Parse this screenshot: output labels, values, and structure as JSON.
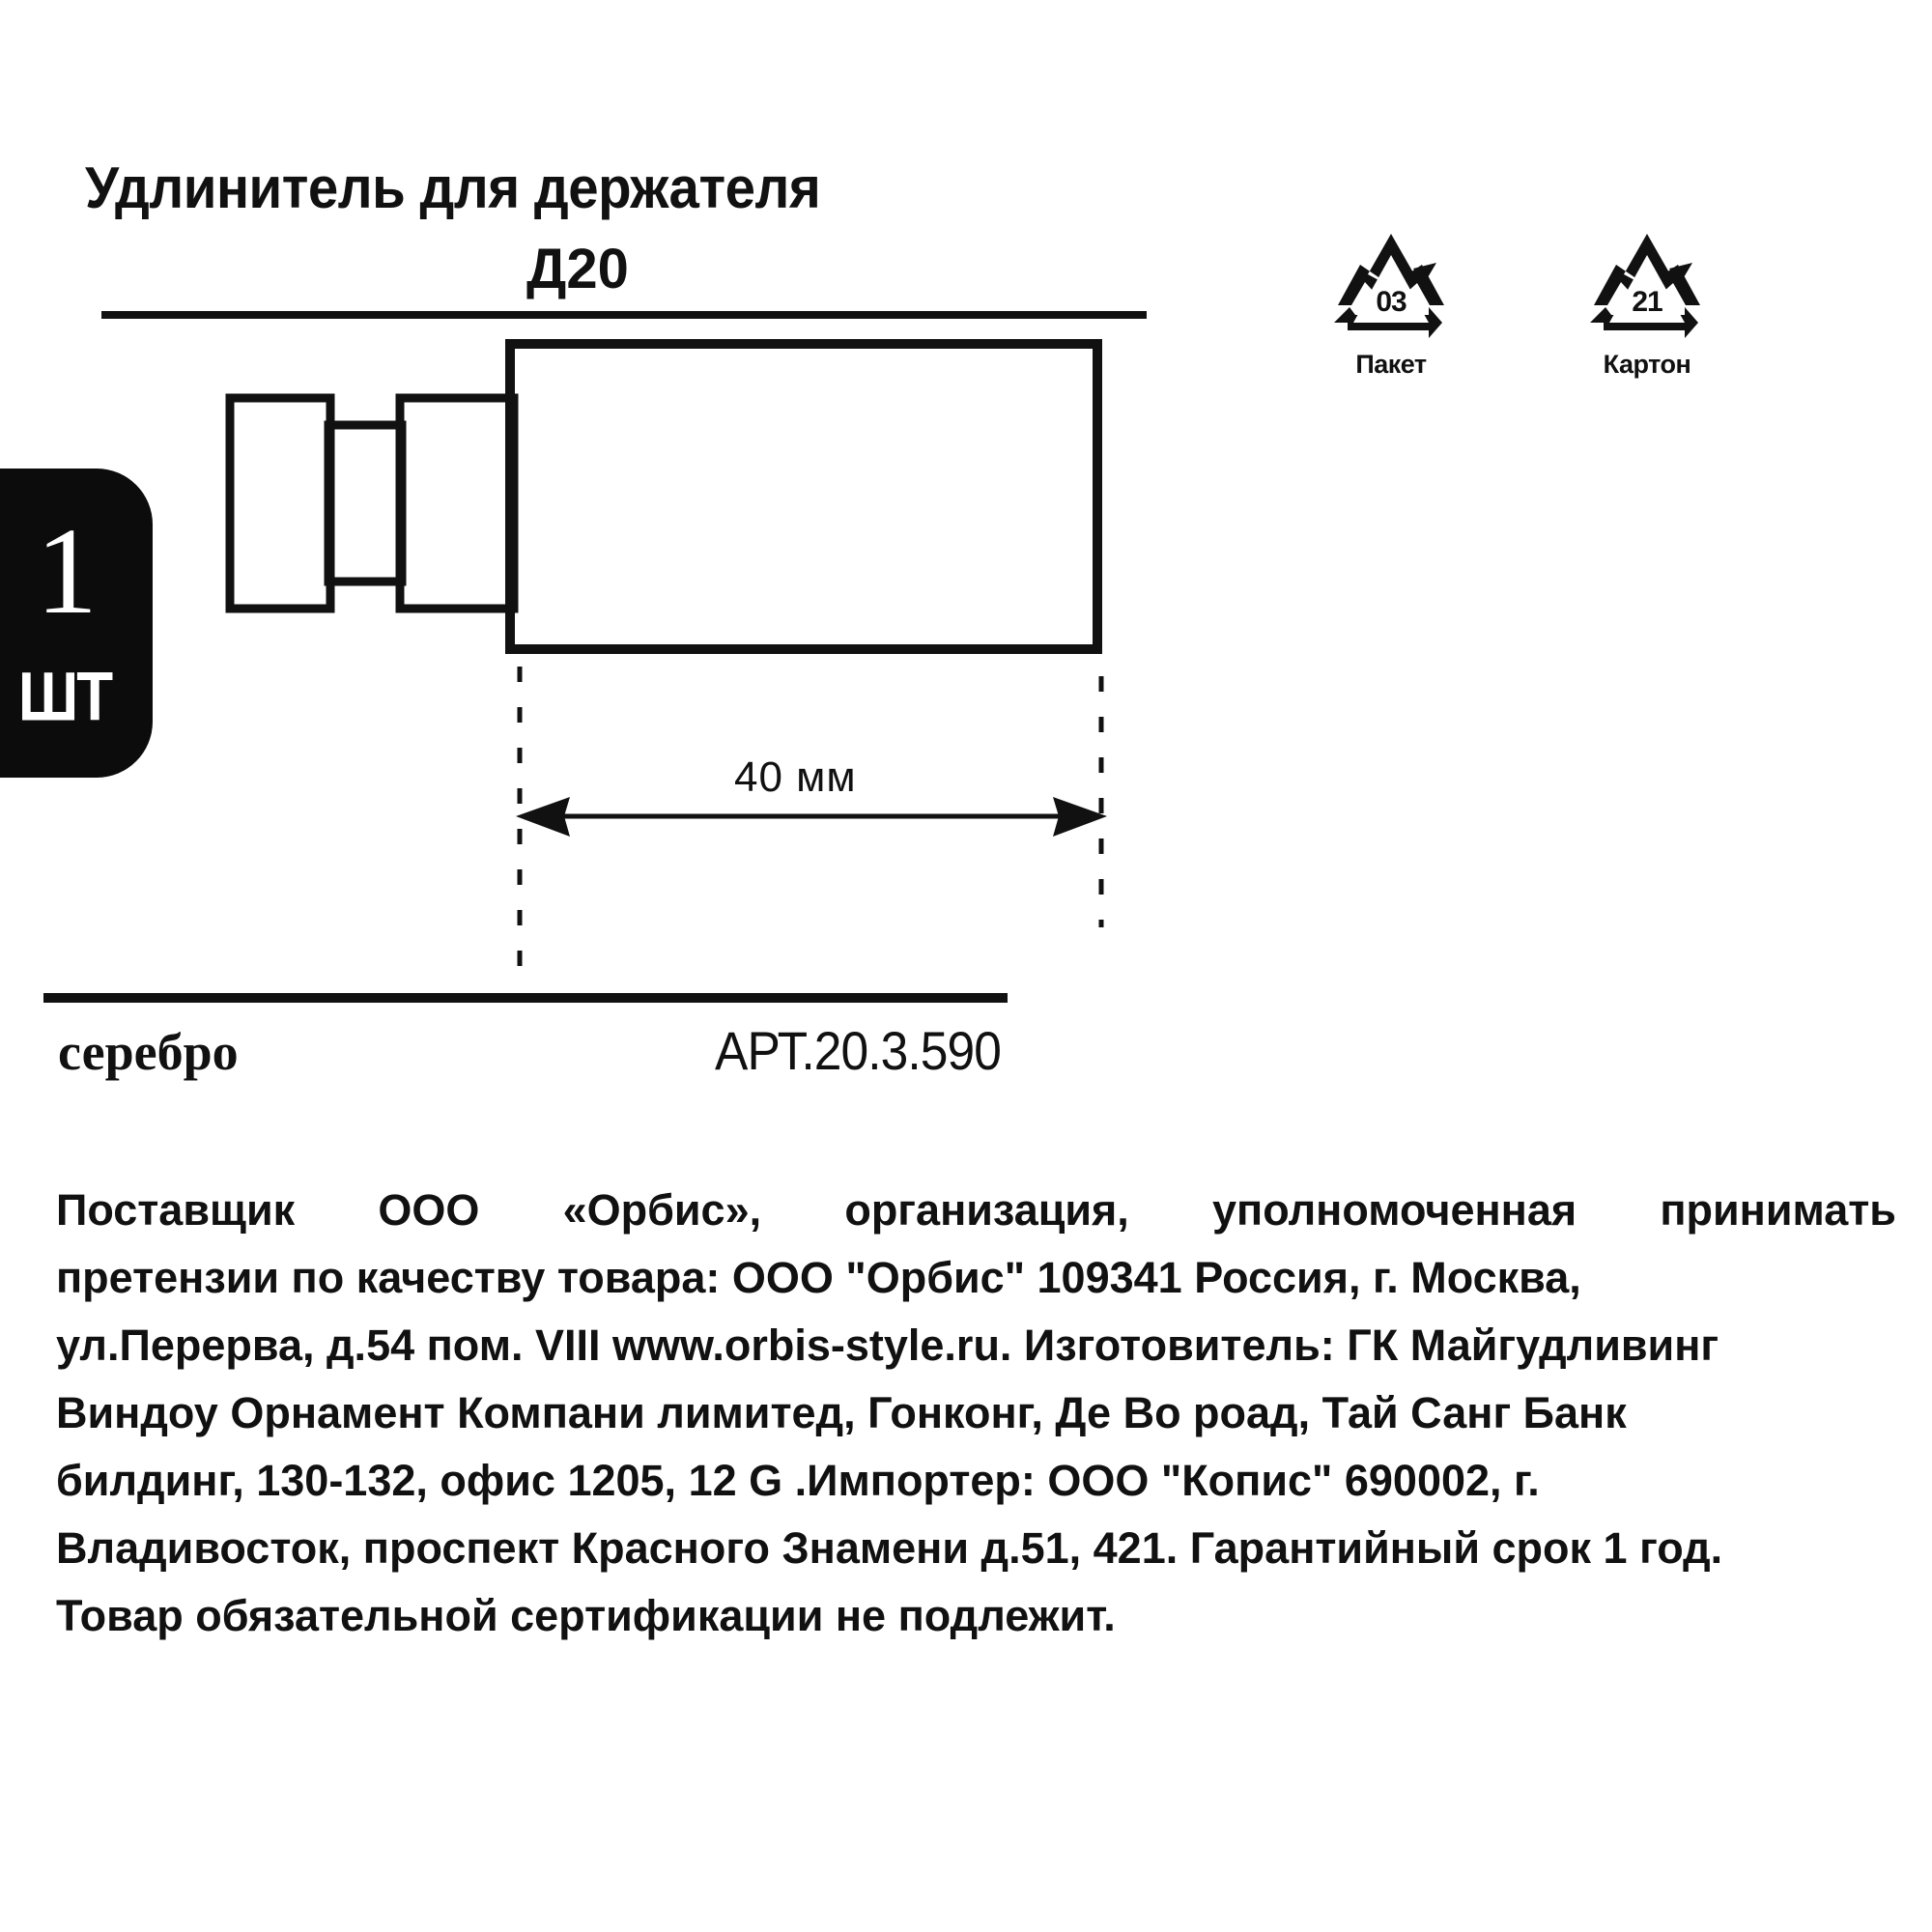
{
  "header": {
    "title_line1": "Удлинитель для держателя",
    "title_line2": "Д20"
  },
  "quantity_badge": {
    "count": "1",
    "unit": "ШТ"
  },
  "drawing": {
    "dimension_label": "40 мм"
  },
  "footer": {
    "color_label": "серебро",
    "article_label": "АРТ.20.3.590"
  },
  "recycling": [
    {
      "code": "03",
      "caption": "Пакет"
    },
    {
      "code": "21",
      "caption": "Картон"
    }
  ],
  "legal": {
    "lines": [
      [
        "Поставщик",
        "ООО",
        "«Орбис»,",
        "организация,",
        "уполномоченная",
        "принимать"
      ],
      [
        "претензии по качеству товара: ООО \"Орбис\" 109341 Россия, г. Москва,"
      ],
      [
        "ул.Перерва, д.54 пом. VIII www.orbis-style.ru. Изготовитель: ГК Майгудливинг"
      ],
      [
        "Виндоу Орнамент Компани лимитед, Гонконг, Де Во роад, Тай Санг Банк"
      ],
      [
        "билдинг, 130-132, офис 1205, 12 G .Импортер: ООО \"Копис\" 690002, г."
      ],
      [
        "Владивосток, проспект Красного Знамени  д.51, 421. Гарантийный срок 1 год."
      ],
      [
        "Товар обязательной сертификации не подлежит."
      ]
    ]
  },
  "colors": {
    "ink": "#111111",
    "paper": "#ffffff",
    "badge_bg": "#0c0c0c",
    "badge_text": "#ffffff"
  }
}
